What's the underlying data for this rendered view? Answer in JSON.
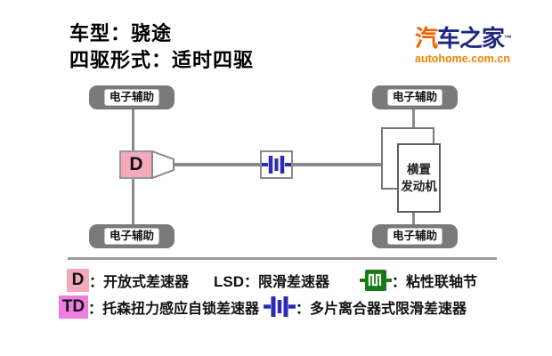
{
  "header": {
    "line1": "车型：骁途",
    "line2": "四驱形式：适时四驱"
  },
  "logo": {
    "brand_highlight": "汽",
    "brand_rest": "车之家",
    "trademark": "™",
    "domain": "autohome.com.cn"
  },
  "diagram": {
    "wheel_label": "电子辅助",
    "front_diff_symbol": "D",
    "engine_line1": "横置",
    "engine_line2": "发动机"
  },
  "legend": {
    "open_diff_symbol": "D",
    "open_diff_label": "：开放式差速器",
    "lsd_symbol": "LSD",
    "lsd_label": "：限滑差速器",
    "viscous_label": "：粘性联轴节",
    "torsen_symbol": "TD",
    "torsen_label": "：托森扭力感应自锁差速器",
    "multiplate_label": "：多片离合器式限滑差速器"
  },
  "icons": {
    "multi_plate_clutch": "blue capacitor-like bars ⊣|⊢",
    "viscous_coupling": "green box with white comb pattern",
    "bevel_gear": "white trapezoid cone"
  },
  "colors": {
    "open_diff_pink": "#f3aabe",
    "torsen_magenta": "#ee7de2",
    "clutch_blue": "#2b2bb4",
    "viscous_green": "#167a16",
    "wheel_gray": "#7a7a7a",
    "line_gray": "#8a8a8a",
    "logo_navy": "#20267d",
    "logo_highlight_orange": "#f26101",
    "domain_orange": "#f08200"
  }
}
